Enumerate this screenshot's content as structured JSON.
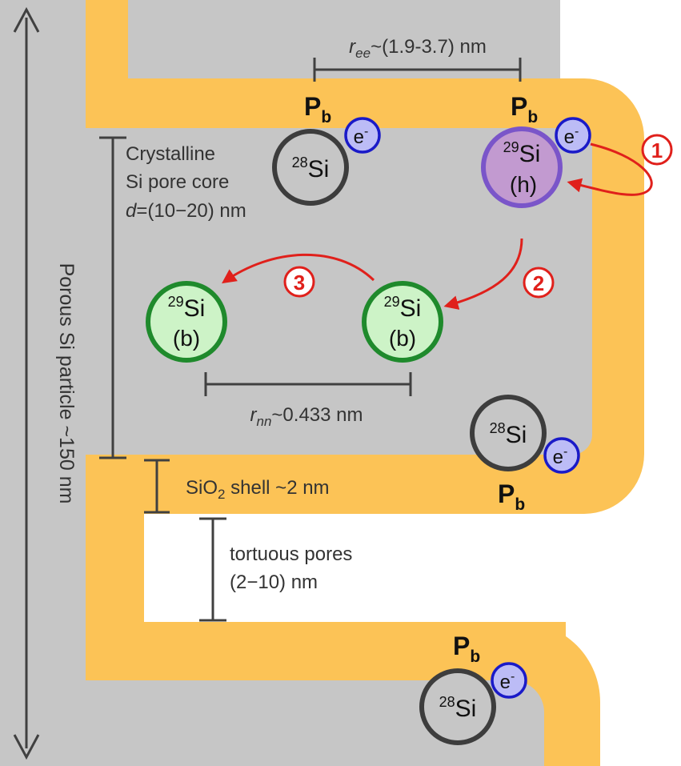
{
  "colors": {
    "silicon": "#c6c6c6",
    "oxide": "#fcc356",
    "pore": "#ffffff",
    "dim_line": "#404040",
    "atom_28_ring": "#3d3d3d",
    "atom_29h_ring": "#7a55c9",
    "atom_29h_fill": "#c29ad0",
    "atom_29b_ring": "#1f8a2c",
    "atom_29b_fill": "#cdf3c7",
    "electron_ring": "#1a1ac8",
    "electron_fill": "#bcbcf6",
    "arrow": "#e0201b"
  },
  "particle_label": "Porous Si particle ~150 nm",
  "core_label": {
    "line1": "Crystalline",
    "line2": "Si pore core",
    "line3_var": "d",
    "line3_rest": "=(10−20) nm"
  },
  "ree_label": {
    "var": "r",
    "sub": "ee",
    "rest": "~(1.9-3.7) nm"
  },
  "rnn_label": {
    "var": "r",
    "sub": "nn",
    "rest": "~0.433 nm"
  },
  "shell_label": {
    "pre": "SiO",
    "sub": "2",
    "post": " shell ~2 nm"
  },
  "pores_label": {
    "line1": "tortuous pores",
    "line2": "(2−10) nm"
  },
  "pb_label": {
    "main": "P",
    "sub": "b"
  },
  "electron_label": {
    "main": "e",
    "sup": "-"
  },
  "atoms": {
    "si28": {
      "mass": "28",
      "symbol": "Si"
    },
    "si29h": {
      "mass": "29",
      "symbol": "Si",
      "tag": "(h)"
    },
    "si29b": {
      "mass": "29",
      "symbol": "Si",
      "tag": "(b)"
    }
  },
  "steps": [
    "1",
    "2",
    "3"
  ]
}
